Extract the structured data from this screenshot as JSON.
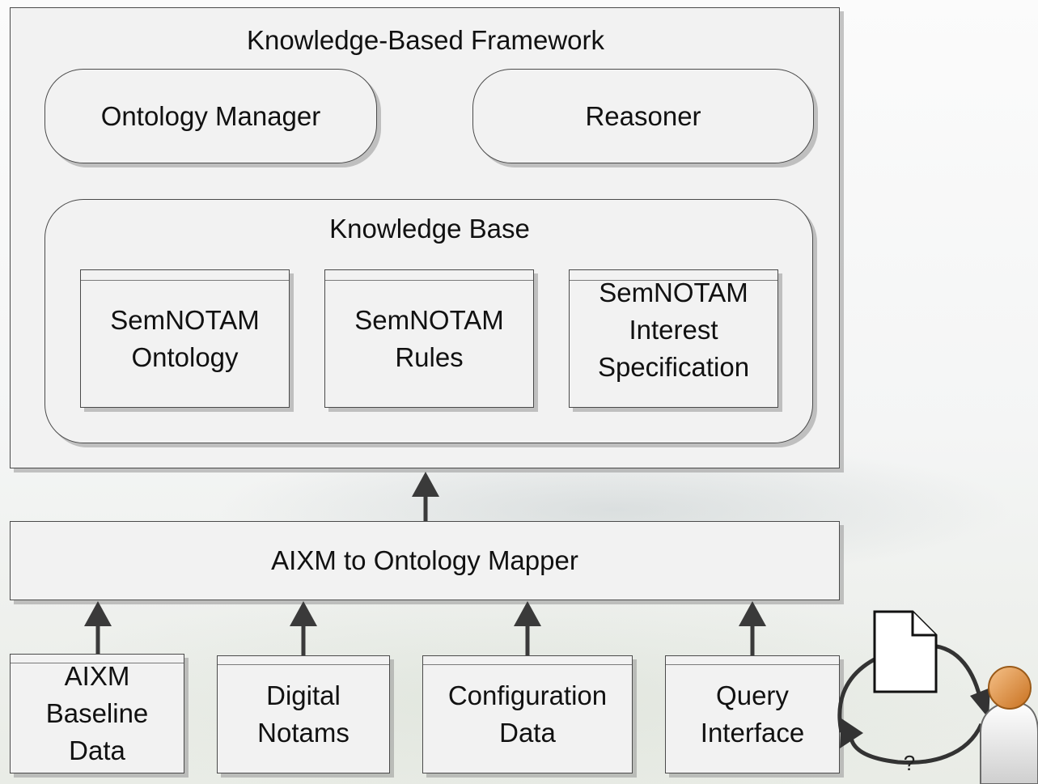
{
  "framework": {
    "title": "Knowledge-Based Framework",
    "ontology_manager": "Ontology Manager",
    "reasoner": "Reasoner",
    "knowledge_base": {
      "title": "Knowledge Base",
      "components": [
        {
          "lines": [
            "SemNOTAM",
            "Ontology"
          ]
        },
        {
          "lines": [
            "SemNOTAM",
            "Rules"
          ]
        },
        {
          "lines": [
            "SemNOTAM",
            "Interest",
            "Specification"
          ]
        }
      ]
    }
  },
  "mapper": "AIXM to Ontology Mapper",
  "sources": [
    {
      "lines": [
        "AIXM",
        "Baseline",
        "Data"
      ]
    },
    {
      "lines": [
        "Digital",
        "Notams"
      ]
    },
    {
      "lines": [
        "Configuration",
        "Data"
      ]
    },
    {
      "lines": [
        "Query",
        "Interface"
      ]
    }
  ],
  "query_mark": "?",
  "icons": [
    "document-icon",
    "user-icon"
  ]
}
